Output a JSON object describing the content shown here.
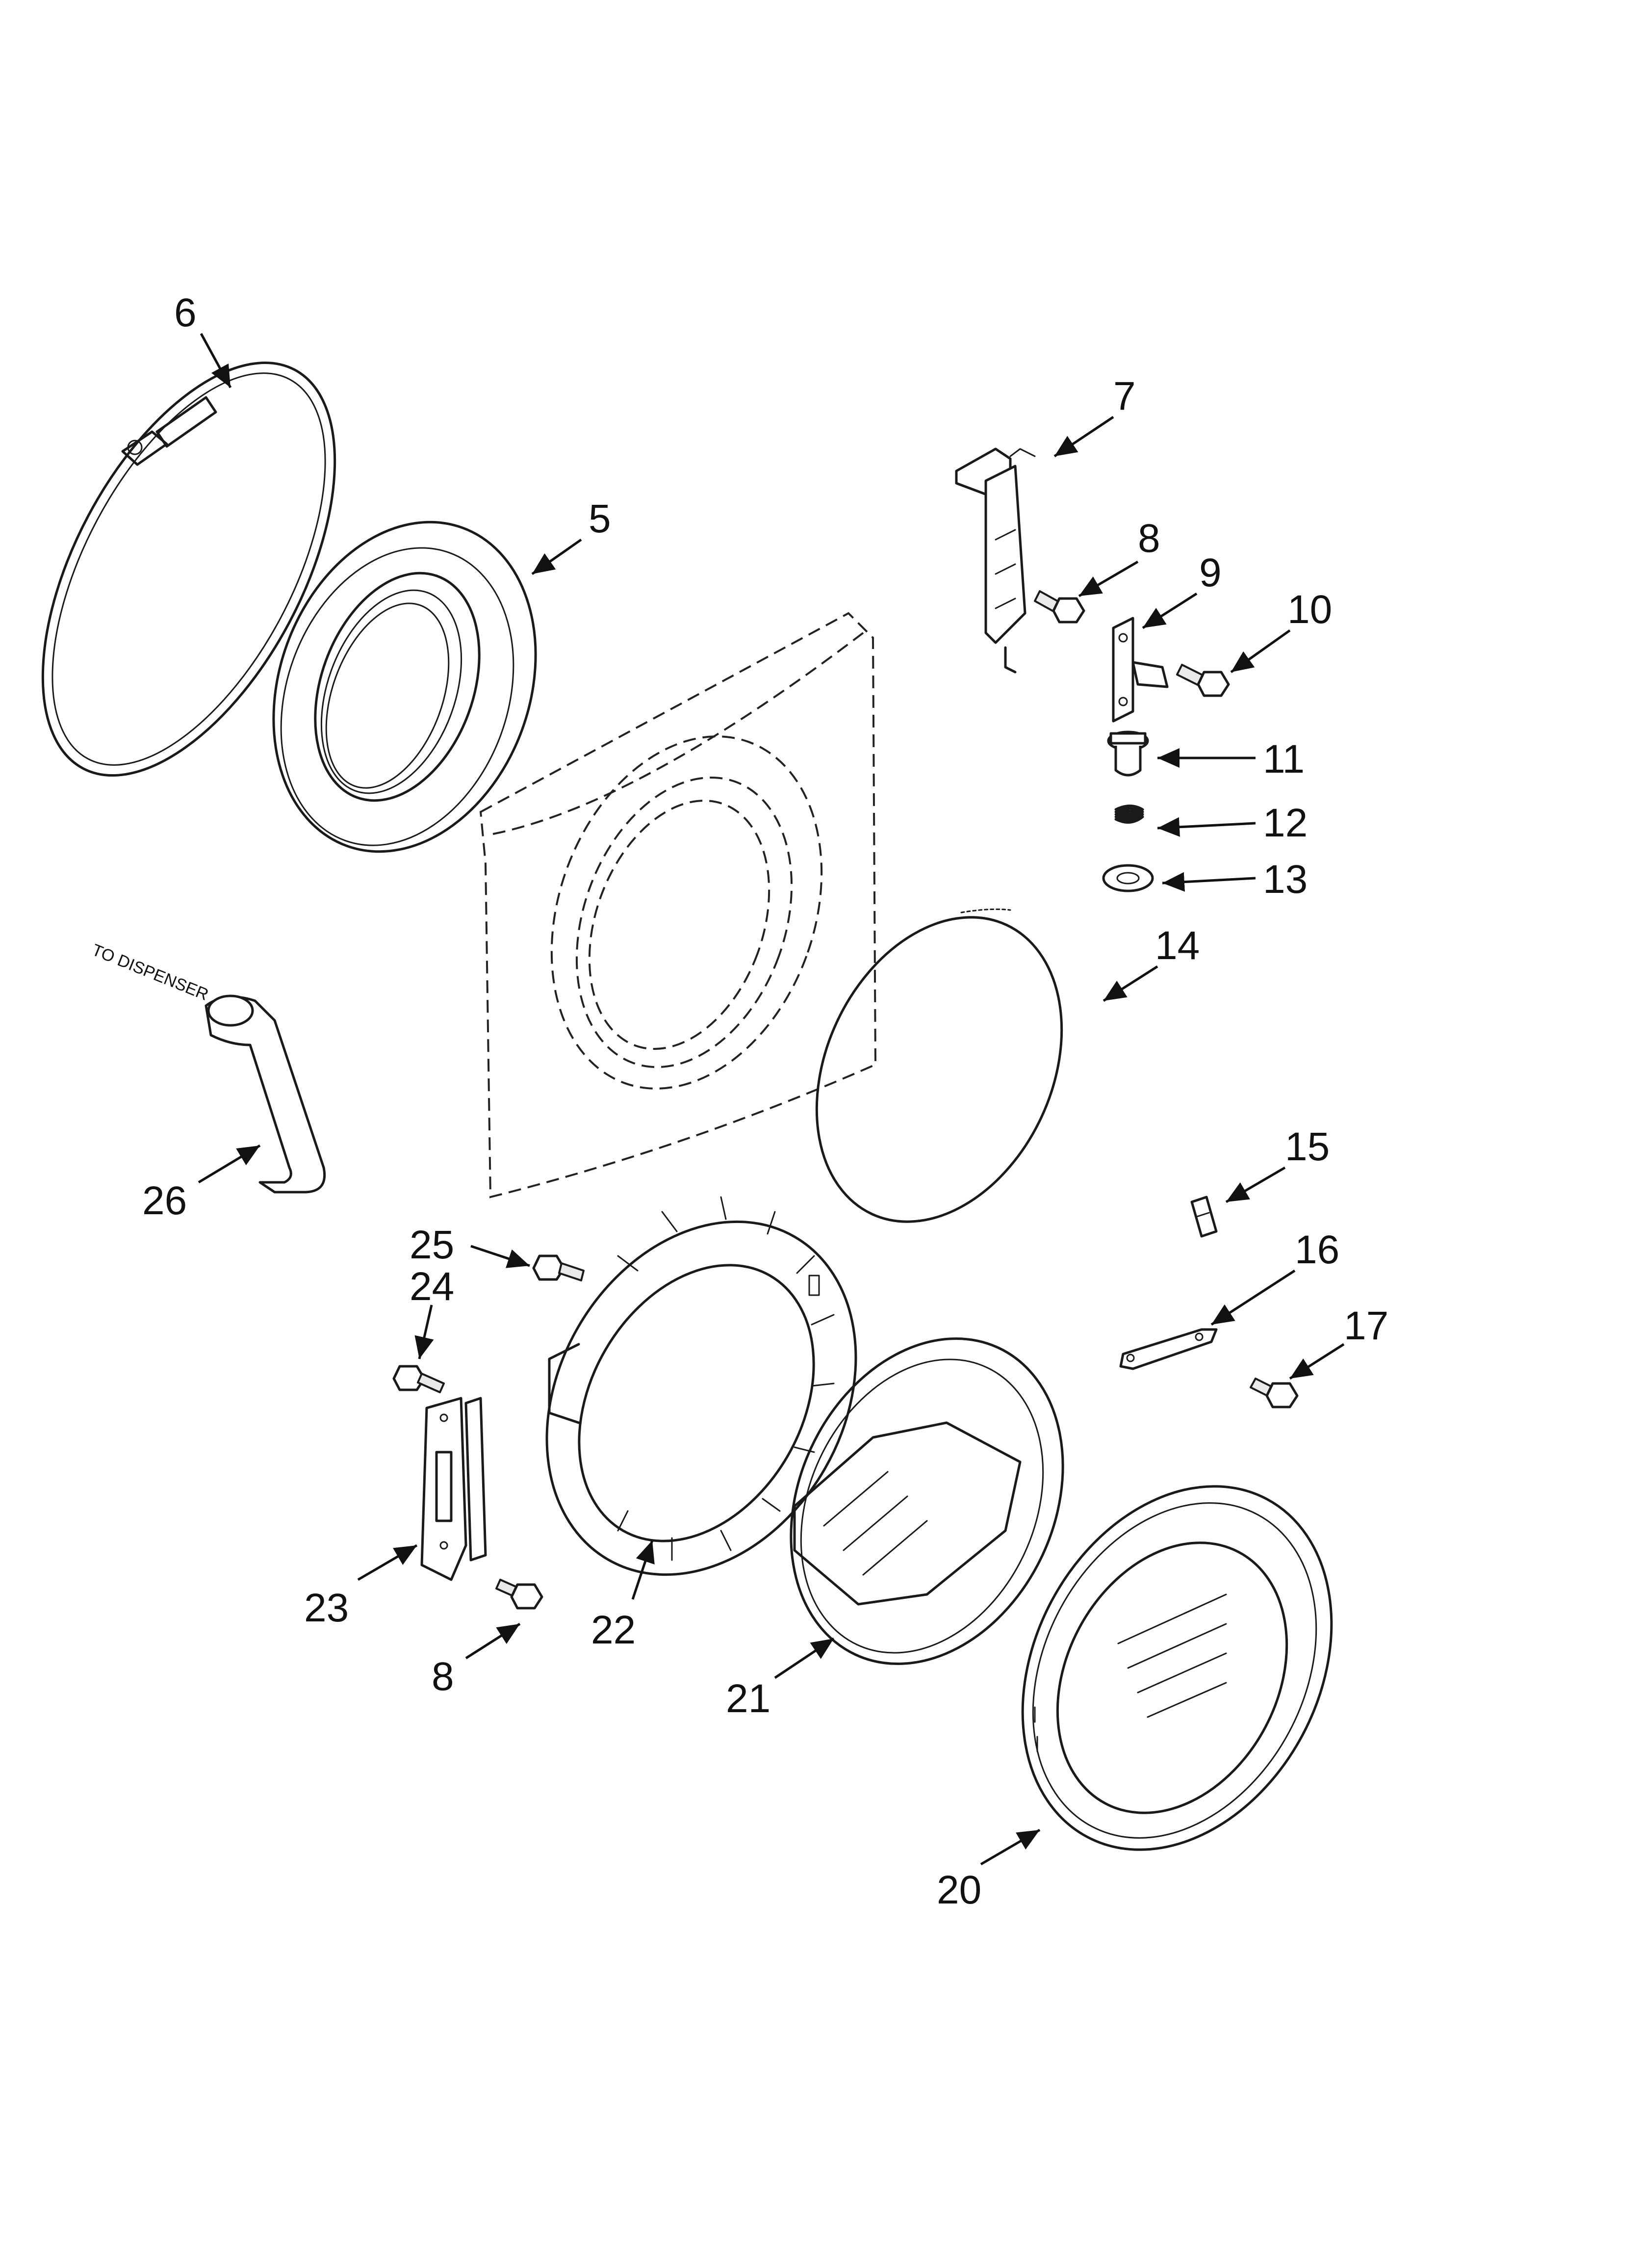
{
  "diagram": {
    "side_label": "TO DISPENSER",
    "callouts": [
      {
        "id": "c6",
        "text": "6"
      },
      {
        "id": "c5",
        "text": "5"
      },
      {
        "id": "c7",
        "text": "7"
      },
      {
        "id": "c8a",
        "text": "8"
      },
      {
        "id": "c9",
        "text": "9"
      },
      {
        "id": "c10",
        "text": "10"
      },
      {
        "id": "c11",
        "text": "11"
      },
      {
        "id": "c12",
        "text": "12"
      },
      {
        "id": "c13",
        "text": "13"
      },
      {
        "id": "c14",
        "text": "14"
      },
      {
        "id": "c26",
        "text": "26"
      },
      {
        "id": "c15",
        "text": "15"
      },
      {
        "id": "c25",
        "text": "25"
      },
      {
        "id": "c24",
        "text": "24"
      },
      {
        "id": "c16",
        "text": "16"
      },
      {
        "id": "c17",
        "text": "17"
      },
      {
        "id": "c23",
        "text": "23"
      },
      {
        "id": "c22",
        "text": "22"
      },
      {
        "id": "c8b",
        "text": "8"
      },
      {
        "id": "c21",
        "text": "21"
      },
      {
        "id": "c20",
        "text": "20"
      }
    ]
  }
}
